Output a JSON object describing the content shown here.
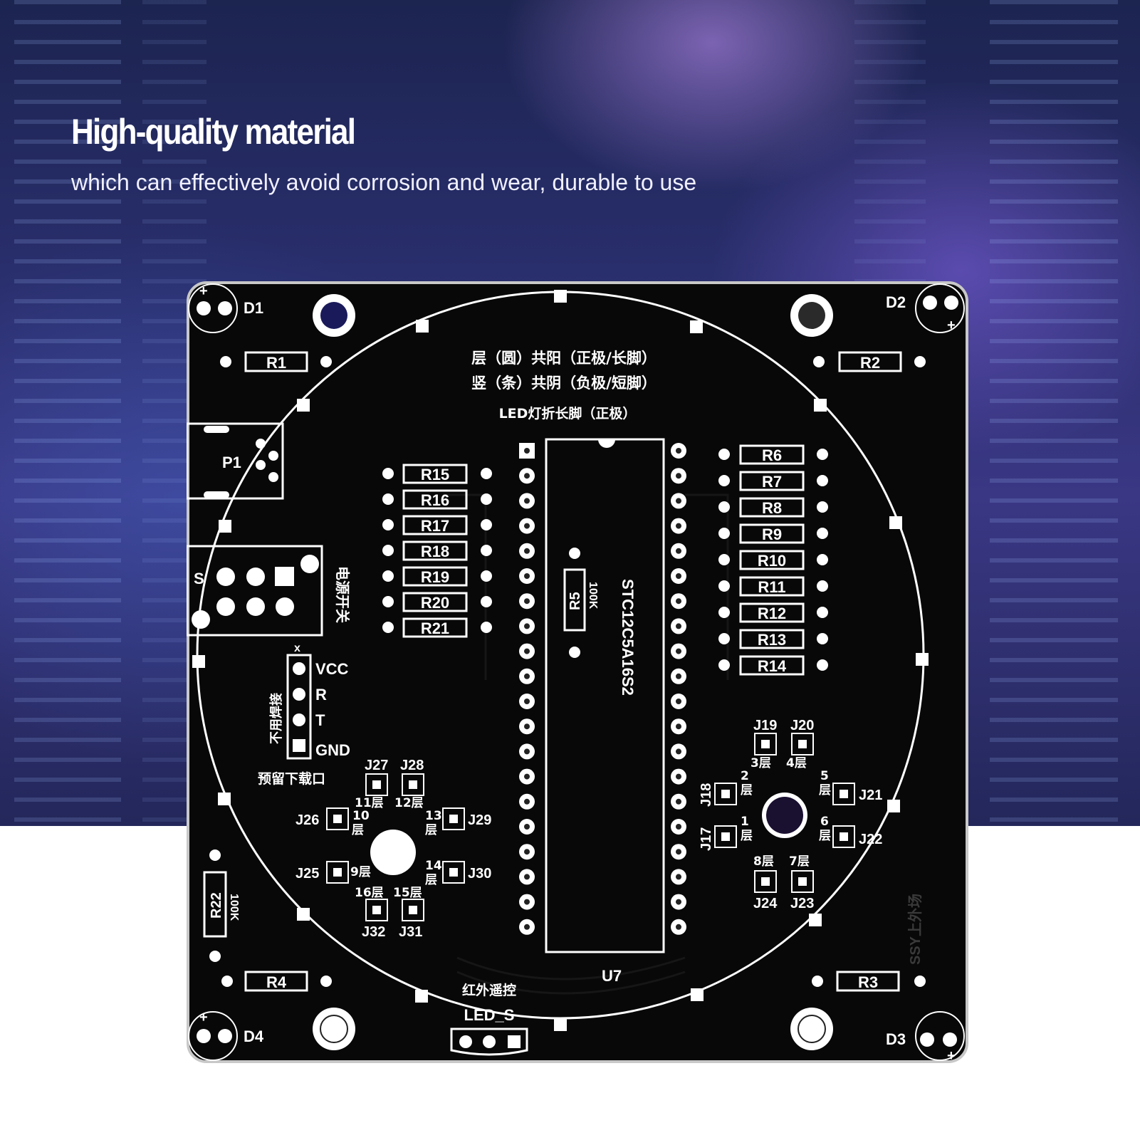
{
  "headline": "High-quality material",
  "subline": "which can effectively avoid corrosion and wear, durable to use",
  "board": {
    "silkscreen_cn": [
      "层（圆）共阳（正极/长脚）",
      "竖（条）共阴（负极/短脚）",
      "LED灯折长脚（正极）"
    ],
    "chip_label": "STC12C5A16S2",
    "chip_ref": "U7",
    "r5_label": "R5",
    "r5_value": "100K",
    "r22_label": "R22",
    "r22_value": "100K",
    "left_resistors": [
      "R15",
      "R16",
      "R17",
      "R18",
      "R19",
      "R20",
      "R21"
    ],
    "right_resistors": [
      "R6",
      "R7",
      "R8",
      "R9",
      "R10",
      "R11",
      "R12",
      "R13",
      "R14"
    ],
    "corner_resistors": [
      "R1",
      "R2",
      "R4",
      "R3"
    ],
    "leds": [
      "D1",
      "D2",
      "D4",
      "D3"
    ],
    "plus_sign": "+",
    "p1_label": "P1",
    "switch_label": "S",
    "switch_cn": "电源开关",
    "serial_pins": [
      "VCC",
      "R",
      "T",
      "GND"
    ],
    "serial_x": "x",
    "serial_cn": "不用焊接",
    "download_cn": "预留下载口",
    "ir_cn": "红外遥控",
    "led_s": "LED_S",
    "left_jumpers": [
      "J27",
      "J28",
      "J26",
      "J29",
      "J25",
      "J30",
      "J32",
      "J31"
    ],
    "left_layers": [
      "11层",
      "12层",
      "10",
      "层",
      "13",
      "层",
      "9层",
      "14",
      "层",
      "16层",
      "15层"
    ],
    "right_jumpers": [
      "J19",
      "J20",
      "J18",
      "J21",
      "J17",
      "J22",
      "J24",
      "J23"
    ],
    "right_layers": [
      "3层",
      "4层",
      "2",
      "层",
      "5",
      "层",
      "1",
      "层",
      "6",
      "层",
      "8层",
      "7层"
    ],
    "watermark": "SSY上外场"
  }
}
